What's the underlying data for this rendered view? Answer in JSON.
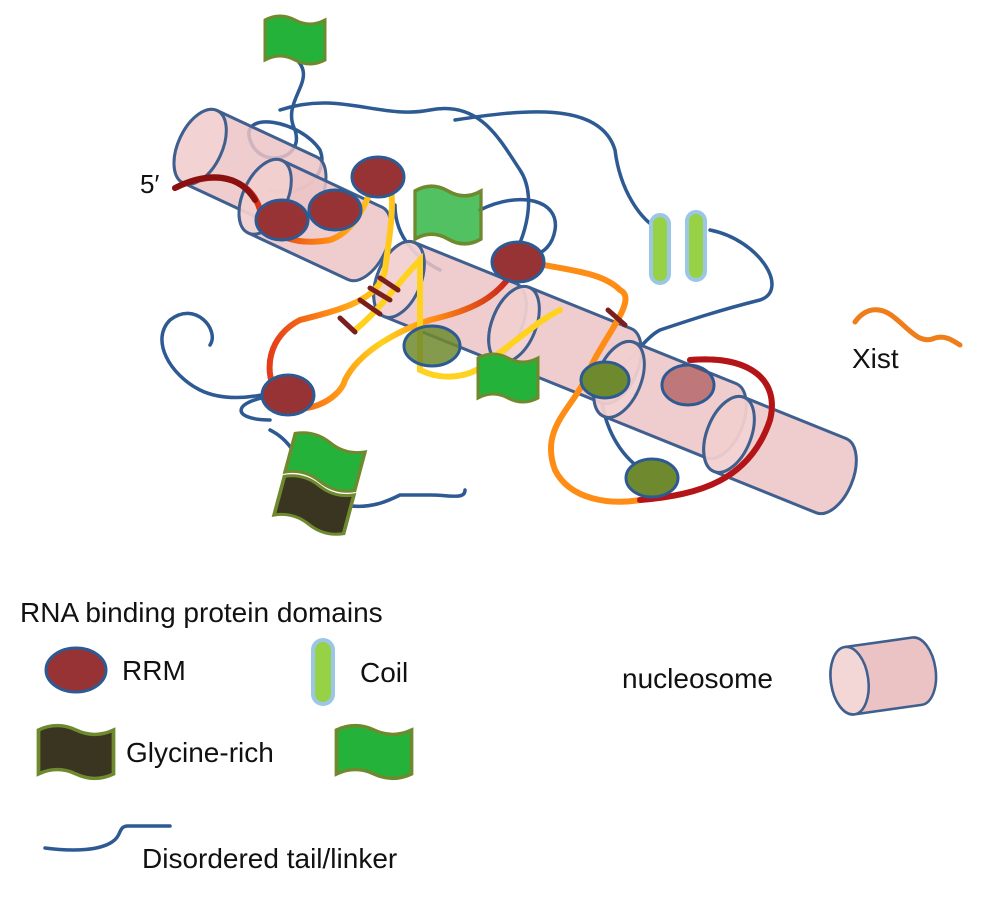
{
  "labels": {
    "five_prime": "5′",
    "xist": "Xist"
  },
  "legend": {
    "heading": "RNA binding protein domains",
    "rrm": "RRM",
    "coil": "Coil",
    "nucleosome": "nucleosome",
    "glycine_rich": "Glycine-rich",
    "disordered": "Disordered tail/linker"
  },
  "colors": {
    "nucleosome_fill": "#ecc3c4",
    "nucleosome_stroke": "#3f5f8f",
    "rrm_fill": "#973335",
    "green_domain": "#25b23a",
    "dark_domain": "#3a3520",
    "olive_domain": "#6f8a2e",
    "linker": "#2d5a93",
    "coil_green": "#97d246",
    "coil_blue": "#9cc6e6",
    "xist_orange": "#ee7d1a",
    "rna_dark_red": "#8b1111",
    "rna_yellow": "#ffd21f"
  }
}
